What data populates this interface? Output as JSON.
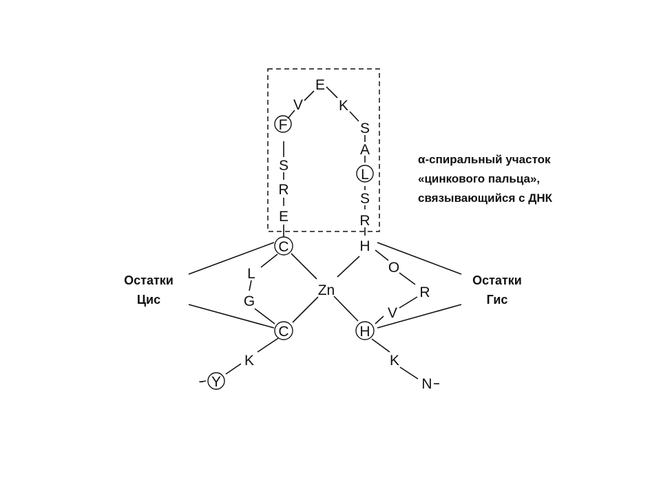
{
  "diagram": {
    "caption_lines": [
      "α-спиральный участок",
      "«цинкового пальца»,",
      "связывающийся с ДНК"
    ],
    "label_cys": [
      "Остатки",
      "Цис"
    ],
    "label_his": [
      "Остатки",
      "Гис"
    ],
    "zinc": "Zn",
    "loop_residues": [
      "E",
      "R",
      "S",
      "F",
      "V",
      "E",
      "K",
      "S",
      "A",
      "L",
      "S",
      "R"
    ],
    "cys_residues": [
      "C",
      "L",
      "G",
      "C"
    ],
    "his_residues": [
      "H",
      "O",
      "R",
      "V",
      "H"
    ],
    "tail_left": [
      "K",
      "Y"
    ],
    "tail_right": [
      "K",
      "N"
    ],
    "dash_symbol": "-",
    "circled": [
      "F",
      "L",
      "C",
      "C",
      "H",
      "Y"
    ]
  }
}
